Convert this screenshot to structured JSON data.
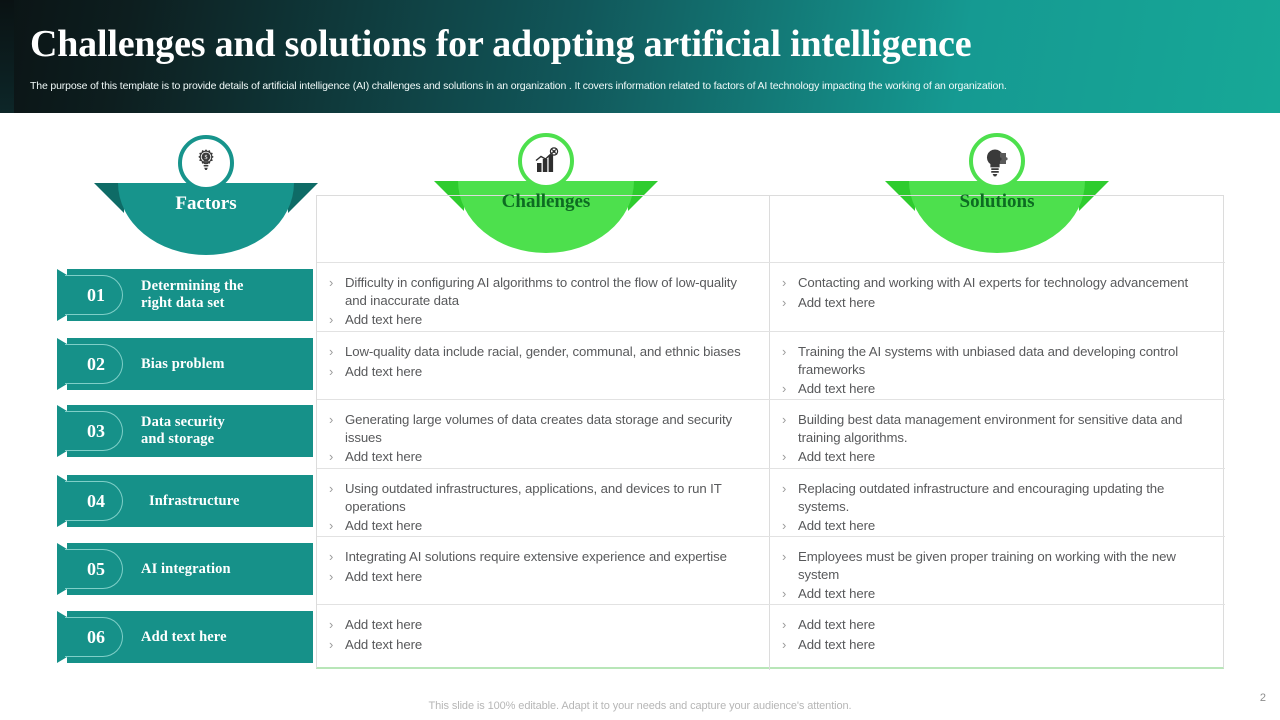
{
  "header": {
    "title": "Challenges and solutions for adopting artificial intelligence",
    "subtitle": "The purpose of this template is to provide details of artificial intelligence (AI) challenges and solutions in an organization . It covers information related to factors of AI  technology impacting the working of an organization.",
    "colors": {
      "dark": "#0b1415",
      "teal": "#17a897"
    }
  },
  "badges": [
    {
      "label": "Factors",
      "icon": "gear-lightbulb-icon",
      "color": "#17948c",
      "text_color": "#ffffff"
    },
    {
      "label": "Challenges",
      "icon": "bar-chart-target-icon",
      "color": "#4de04d",
      "text_color": "#0d6b22"
    },
    {
      "label": "Solutions",
      "icon": "lightbulb-puzzle-icon",
      "color": "#4de04d",
      "text_color": "#0d6b22"
    }
  ],
  "factors": [
    {
      "number": "01",
      "name": "Determining the\nright data set"
    },
    {
      "number": "02",
      "name": "Bias problem"
    },
    {
      "number": "03",
      "name": "Data security\nand storage"
    },
    {
      "number": "04",
      "name": "Infrastructure"
    },
    {
      "number": "05",
      "name": "AI integration"
    },
    {
      "number": "06",
      "name": "Add text here"
    }
  ],
  "rows": [
    {
      "challenges": [
        "Difficulty in configuring AI algorithms to control the flow of low-quality and inaccurate data",
        "Add text here"
      ],
      "solutions": [
        "Contacting and working with AI experts for technology advancement",
        "Add text here"
      ]
    },
    {
      "challenges": [
        "Low-quality data include racial, gender, communal, and ethnic biases",
        "Add text here"
      ],
      "solutions": [
        "Training the AI systems with unbiased data and developing control frameworks",
        "Add text here"
      ]
    },
    {
      "challenges": [
        "Generating large volumes of data creates data storage and security issues",
        "Add text here"
      ],
      "solutions": [
        "Building best data management environment for sensitive data and training algorithms.",
        "Add text here"
      ]
    },
    {
      "challenges": [
        "Using outdated infrastructures, applications, and devices to run IT operations",
        "Add text here"
      ],
      "solutions": [
        "Replacing outdated infrastructure and encouraging updating the systems.",
        "Add text here"
      ]
    },
    {
      "challenges": [
        "Integrating AI solutions require extensive experience and expertise",
        "Add text here"
      ],
      "solutions": [
        "Employees must be given proper training on working with the new system",
        "Add text here"
      ]
    },
    {
      "challenges": [
        "Add text here",
        "Add text here"
      ],
      "solutions": [
        "Add text here",
        "Add text here"
      ]
    }
  ],
  "bullet_marker": "›",
  "footer": {
    "note": "This slide is 100% editable. Adapt it to your needs and capture your audience's attention.",
    "page_number": "2"
  }
}
